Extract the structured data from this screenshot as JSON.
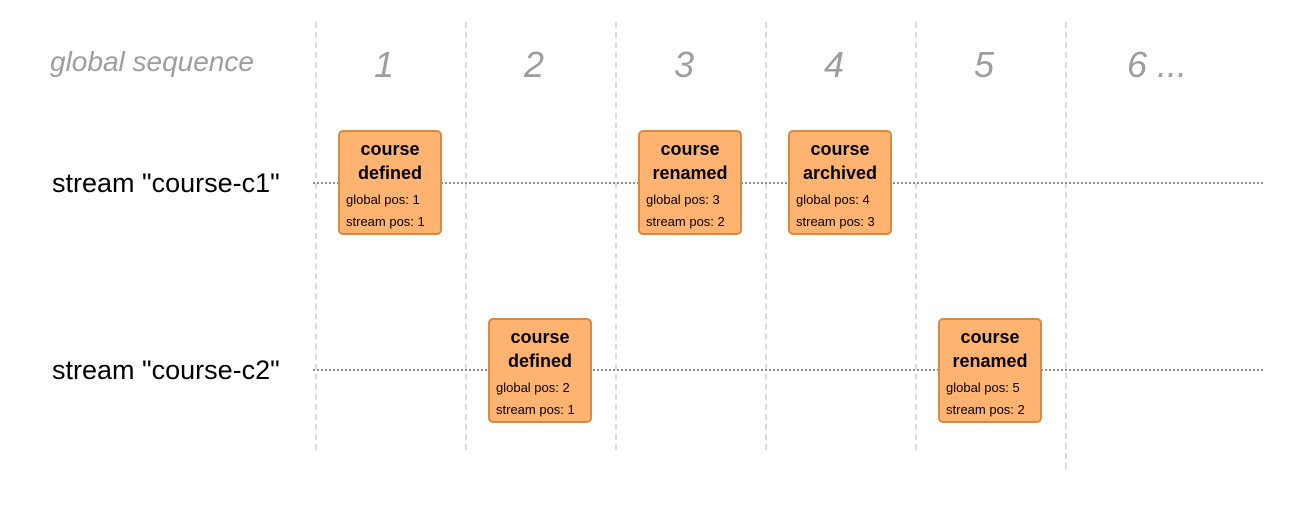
{
  "header": {
    "title": "global sequence",
    "columns": [
      "1",
      "2",
      "3",
      "4",
      "5",
      "6 ..."
    ]
  },
  "streams": [
    {
      "label": "stream \"course-c1\"",
      "events": [
        {
          "name_line1": "course",
          "name_line2": "defined",
          "global_pos": "global pos: 1",
          "stream_pos": "stream pos: 1"
        },
        {
          "name_line1": "course",
          "name_line2": "renamed",
          "global_pos": "global pos: 3",
          "stream_pos": "stream pos: 2"
        },
        {
          "name_line1": "course",
          "name_line2": "archived",
          "global_pos": "global pos: 4",
          "stream_pos": "stream pos: 3"
        }
      ]
    },
    {
      "label": "stream \"course-c2\"",
      "events": [
        {
          "name_line1": "course",
          "name_line2": "defined",
          "global_pos": "global pos: 2",
          "stream_pos": "stream pos: 1"
        },
        {
          "name_line1": "course",
          "name_line2": "renamed",
          "global_pos": "global pos: 5",
          "stream_pos": "stream pos: 2"
        }
      ]
    }
  ],
  "colors": {
    "event_fill": "#ffb370",
    "event_border": "#d88a45",
    "header_text": "#9e9e9e",
    "grid_line": "#dcdcdc",
    "stream_line": "#8c8c8c"
  }
}
